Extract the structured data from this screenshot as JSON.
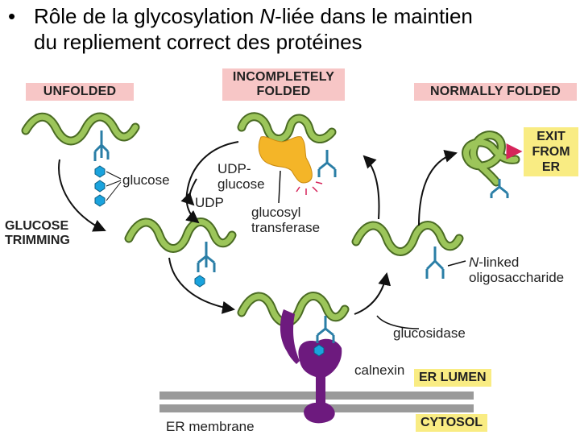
{
  "title": {
    "bullet": "•",
    "line1_pre": "Rôle de la glycosylation ",
    "line1_italic": "N",
    "line1_post": "-liée dans le maintien",
    "line2": "du repliement correct des protéines"
  },
  "states": {
    "unfolded": "UNFOLDED",
    "incompletely_folded_1": "INCOMPLETELY",
    "incompletely_folded_2": "FOLDED",
    "normally_folded": "NORMALLY FOLDED"
  },
  "exit": {
    "line1": "EXIT",
    "line2": "FROM",
    "line3": "ER"
  },
  "labels": {
    "glucose": "glucose",
    "glucose_trimming_1": "GLUCOSE",
    "glucose_trimming_2": "TRIMMING",
    "udp_glucose_1": "UDP-",
    "udp_glucose_2": "glucose",
    "udp": "UDP",
    "glucosyl_transferase_1": "glucosyl",
    "glucosyl_transferase_2": "transferase",
    "n_linked_italic": "N",
    "n_linked_rest": "-linked",
    "oligosaccharide": "oligosaccharide",
    "glucosidase": "glucosidase",
    "calnexin": "calnexin",
    "er_lumen": "ER LUMEN",
    "er_membrane": "ER membrane",
    "cytosol": "CYTOSOL"
  },
  "colors": {
    "protein_green": "#9cc55a",
    "protein_outline": "#4a6b23",
    "sugar_blue": "#2a7ea6",
    "glucose_fill": "#1aa3dd",
    "enzyme_yellow": "#f4b528",
    "calnexin_purple": "#6d1a7e",
    "membrane_gray": "#999999",
    "label_pink": "#f7c6c6",
    "label_yellow": "#f9ec83",
    "exit_arrow": "#d6245a"
  }
}
